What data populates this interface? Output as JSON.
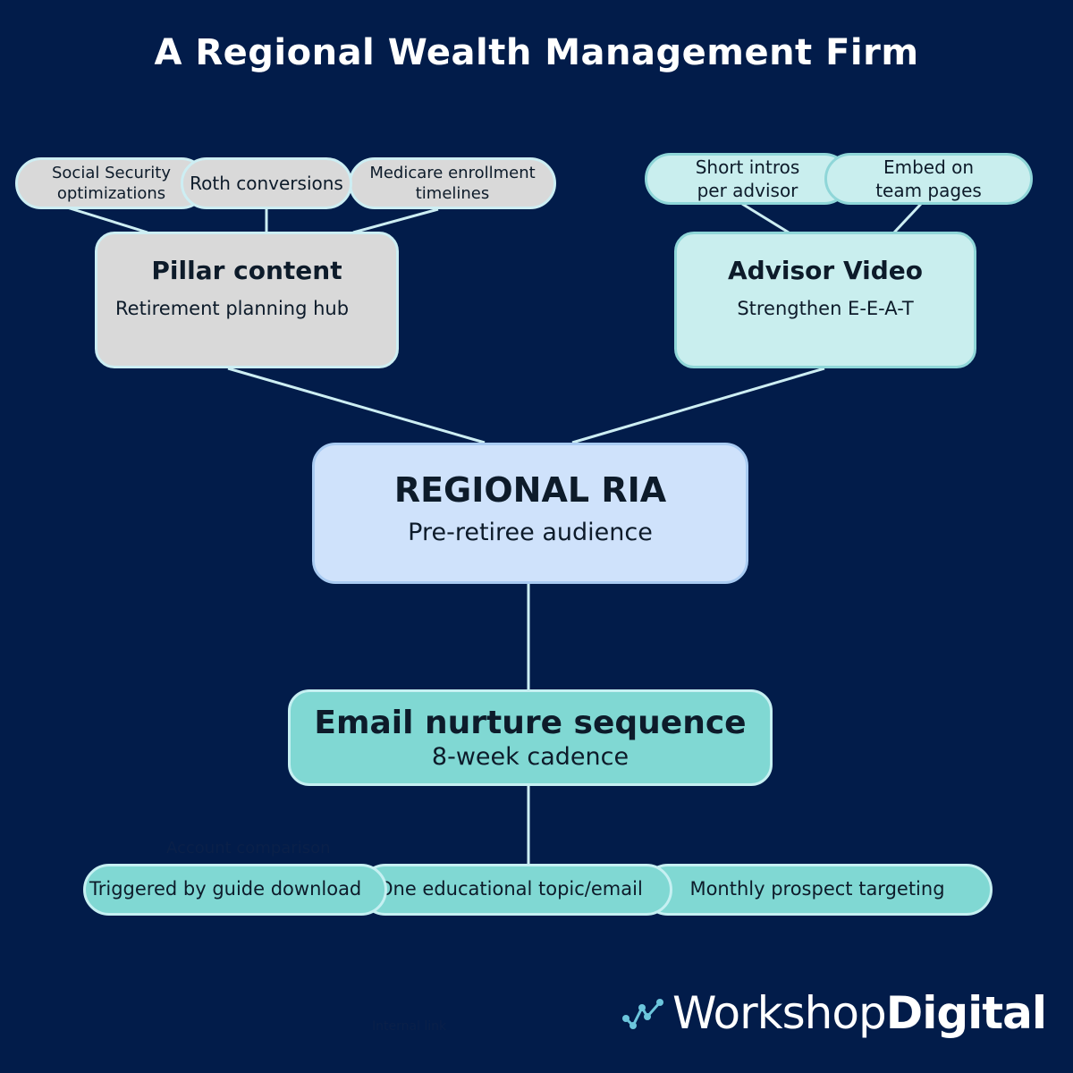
{
  "title": "A Regional Wealth Management Firm",
  "center_node": {
    "title": "REGIONAL RIA",
    "subtitle": "Pre-retiree audience"
  },
  "pillar_node": {
    "title": "Pillar content",
    "subtitle": "Retirement planning hub",
    "children": [
      "Social Security optimizations",
      "Roth conversions",
      "Medicare enrollment timelines"
    ]
  },
  "video_node": {
    "title": "Advisor Video",
    "subtitle": "Strengthen E-E-A-T",
    "children": [
      "Short intros per advisor",
      "Embed on team pages"
    ]
  },
  "email_node": {
    "title": "Email nurture sequence",
    "subtitle": "8-week cadence",
    "children": [
      "Triggered by guide download",
      "One educational topic/email",
      "Monthly prospect targeting"
    ]
  },
  "hidden_labels": [
    "Account comparison",
    "Internal link"
  ],
  "logo": {
    "light": "Workshop",
    "bold": "Digital"
  },
  "colors": {
    "background": "#021c4a",
    "link": "#cdeef3",
    "grey_node": "#d9d9d9",
    "light_teal_node": "#c9eeee",
    "teal_node": "#80d8d3",
    "blue_node": "#cfe2fb",
    "logo_accent": "#6cc6dc"
  }
}
